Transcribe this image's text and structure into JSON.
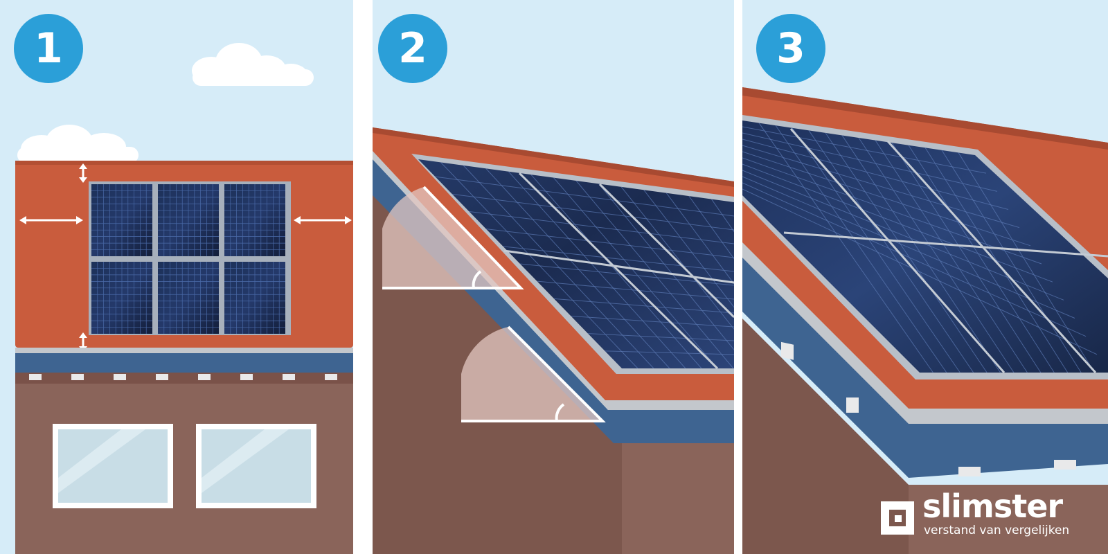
{
  "steps": {
    "step1": "1",
    "step2": "2",
    "step3": "3"
  },
  "logo": {
    "name": "slimster",
    "tagline": "verstand van vergelijken"
  },
  "colors": {
    "sky": "#d6ecf8",
    "badge": "#2b9fd8",
    "roof": "#c95c3d",
    "wall": "#8a645a",
    "fascia": "#3e6491",
    "panel": "#1a2a4c"
  }
}
